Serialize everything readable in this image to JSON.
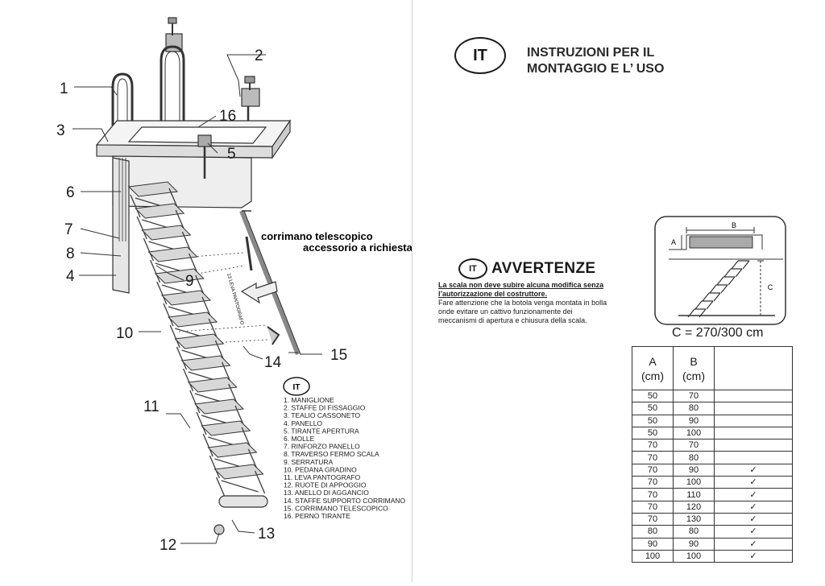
{
  "left_page": {
    "callouts": [
      "1",
      "2",
      "3",
      "4",
      "5",
      "6",
      "7",
      "8",
      "9",
      "10",
      "11",
      "12",
      "13",
      "14",
      "15",
      "16"
    ],
    "diagram_label": {
      "line1": "corrimano telescopico",
      "line2": "accessorio a richiesta",
      "side": "13 LEVA PANTOGRAFO"
    },
    "legend": {
      "badge": "IT",
      "items": [
        "1. MANIGLIONE",
        "2. STAFFE DI FISSAGGIO",
        "3. TEALIO CASSONETO",
        "4. PANELLO",
        "5. TIRANTE APERTURA",
        "6. MOLLE",
        "7. RINFORZO PANELLO",
        "8. TRAVERSO FERMO SCALA",
        "9. SERRATURA",
        "10. PEDANA GRADINO",
        "11. LEVA PANTOGRAFO",
        "12. RUOTE DI APPOGGIO",
        "13. ANELLO DI AGGANCIO",
        "14. STAFFE SUPPORTO CORRIMANO",
        "15. CORRIMANO TELESCOPICO",
        "16. PERNO TIRANTE"
      ]
    }
  },
  "right_page": {
    "lang_badge": "IT",
    "title_line1": "INSTRUZIONI PER IL",
    "title_line2": "MONTAGGIO E L’ USO",
    "warning": {
      "badge": "IT",
      "title": "AVVERTENZE",
      "bold_text": "La scala non deve subire alcuna modifica senza l’autorizzazione del costruttore.",
      "body_text": "Fare attenzione che la botola venga montata in bolla onde evitare un cattivo funzionamente dei meccanismi di apertura e chiusura della scala."
    },
    "dimension_diagram": {
      "label_a": "A",
      "label_b": "B",
      "label_c": "C"
    },
    "c_value": "C = 270/300 cm",
    "table": {
      "headers": [
        "A\n(cm)",
        "B\n(cm)",
        ""
      ],
      "check_mark": "✓",
      "rows": [
        [
          "50",
          "70",
          ""
        ],
        [
          "50",
          "80",
          ""
        ],
        [
          "50",
          "90",
          ""
        ],
        [
          "50",
          "100",
          ""
        ],
        [
          "70",
          "70",
          ""
        ],
        [
          "70",
          "80",
          ""
        ],
        [
          "70",
          "90",
          "✓"
        ],
        [
          "70",
          "100",
          "✓"
        ],
        [
          "70",
          "110",
          "✓"
        ],
        [
          "70",
          "120",
          "✓"
        ],
        [
          "70",
          "130",
          "✓"
        ],
        [
          "80",
          "80",
          "✓"
        ],
        [
          "90",
          "90",
          "✓"
        ],
        [
          "100",
          "100",
          "✓"
        ]
      ]
    }
  }
}
